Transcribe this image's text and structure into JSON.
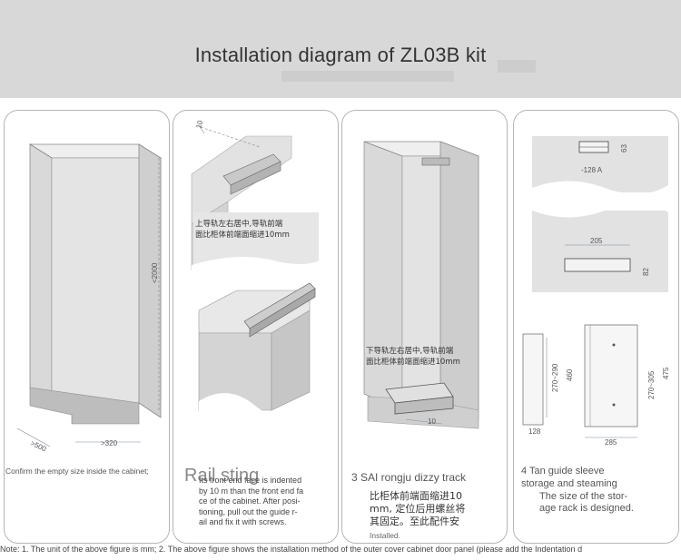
{
  "title": "Installation diagram of ZL03B kit",
  "steps": [
    {
      "caption": "Confirm the empty size inside the cabinet;",
      "dims": {
        "height": "<2000",
        "depth": ">500",
        "width": ">320"
      }
    },
    {
      "heading": "Rail sting",
      "cn_top": [
        "上导轨左右居中,导轨前端",
        "面比柜体前端面缩进10mm"
      ],
      "dim_top": "10",
      "body": [
        "Its front end face is indented",
        "by 10 m than the front end fa",
        "ce of the cabinet. After posi-",
        "tioning, pull out the guide r-",
        "ail and fix it with screws."
      ]
    },
    {
      "caption": "3 SAI rongju dizzy track",
      "cn_mid": [
        "下导轨左右居中,导轨前端",
        "面比柜体前端面缩进10mm"
      ],
      "dim_bottom": "10",
      "cn_bottom": [
        "比柜体前端面缩进10",
        "mm, 定位后用螺丝将",
        "其固定。至此配件安"
      ],
      "note": "Installed."
    },
    {
      "caption_lines": [
        "4 Tan guide sleeve",
        "storage and steaming"
      ],
      "caption_sub": [
        "The size of the stor-",
        "age rack is designed."
      ],
      "dims": {
        "a": "-128 A",
        "b": "63",
        "c": "205",
        "d": "82",
        "e": "270~290",
        "f": "460",
        "g": "128",
        "h": "270~305",
        "i": "475",
        "j": "285"
      }
    }
  ],
  "footer": "Note: 1. The unit of the above figure is mm; 2. The above figure shows the installation method of the outer cover cabinet door panel (please add the Indentation d"
}
